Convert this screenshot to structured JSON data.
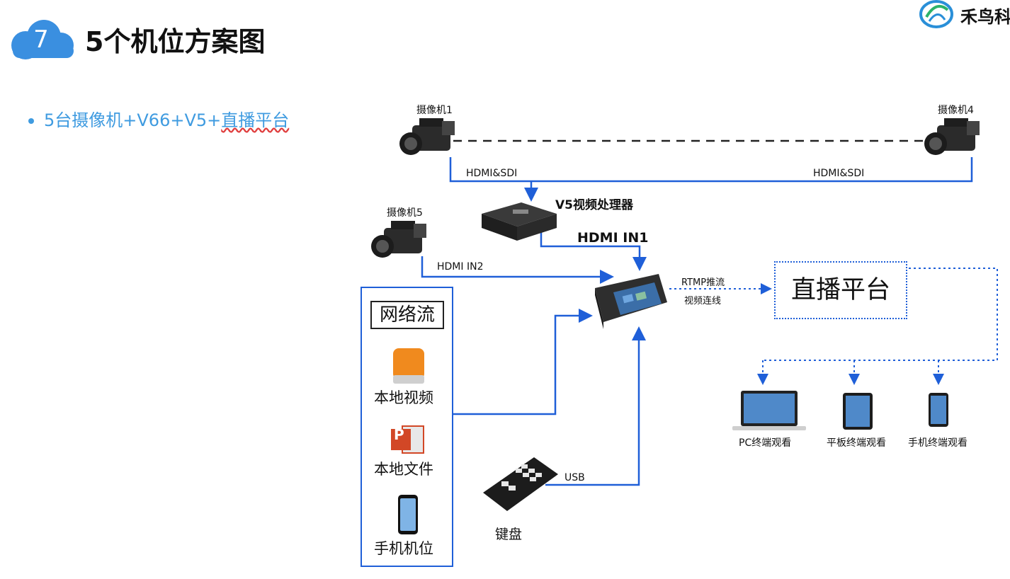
{
  "header": {
    "section_number": "7",
    "title": "5个机位方案图",
    "logo_text": "禾鸟科"
  },
  "bullet": {
    "text_plain": "5台摄像机+V66+V5+",
    "text_underlined": "直播平台"
  },
  "diagram": {
    "camera1": "摄像机1",
    "camera4": "摄像机4",
    "camera5": "摄像机5",
    "link_cam1": "HDMI&SDI",
    "link_cam4": "HDMI&SDI",
    "v5_label": "V5视频处理器",
    "hdmi_in1": "HDMI IN1",
    "hdmi_in2": "HDMI IN2",
    "rtmp_push": "RTMP推流",
    "video_link": "视频连线",
    "platform": "直播平台",
    "network_stream": "网络流",
    "local_video": "本地视频",
    "local_file": "本地文件",
    "phone_position": "手机机位",
    "usb": "USB",
    "keyboard": "键盘",
    "pc_view": "PC终端观看",
    "tablet_view": "平板终端观看",
    "phone_view": "手机终端观看",
    "ppt_letter": "P"
  },
  "colors": {
    "accent_blue": "#1f5fd8",
    "bullet_blue": "#3f9be0",
    "cloud_blue": "#3a8fe0",
    "orange_drive": "#f08a1e",
    "ppt_red": "#d24726"
  }
}
